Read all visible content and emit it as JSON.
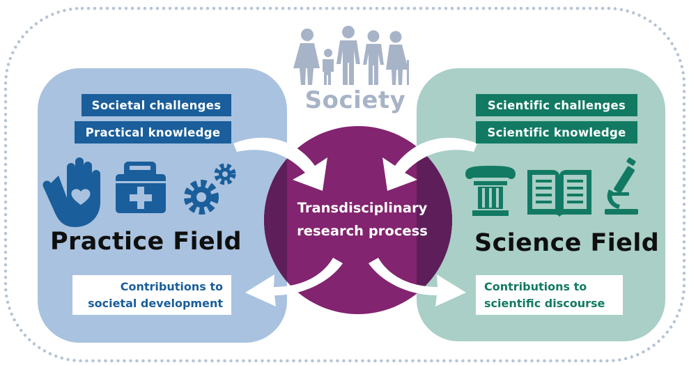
{
  "society": {
    "label": "Society"
  },
  "practice": {
    "tags": [
      "Societal challenges",
      "Practical knowledge"
    ],
    "title": "Practice Field",
    "contribution": [
      "Contributions to",
      "societal development"
    ],
    "icons": [
      "hand-heart-icon",
      "first-aid-kit-icon",
      "gears-icon"
    ]
  },
  "science": {
    "tags": [
      "Scientific challenges",
      "Scientific knowledge"
    ],
    "title": "Science Field",
    "contribution": [
      "Contributions to",
      "scientific discourse"
    ],
    "icons": [
      "column-icon",
      "open-book-icon",
      "microscope-icon"
    ]
  },
  "center": {
    "lines": [
      "Transdisciplinary",
      "research process"
    ]
  },
  "colors": {
    "practice_bg": "#a9c2df",
    "science_bg": "#a9cfc6",
    "blue": "#1a5e9b",
    "green": "#127a63",
    "purple": "#82246f",
    "purple_dark": "#5e1e5a",
    "society_gray": "#a7b3c7",
    "dots": "#b7c4d6"
  }
}
